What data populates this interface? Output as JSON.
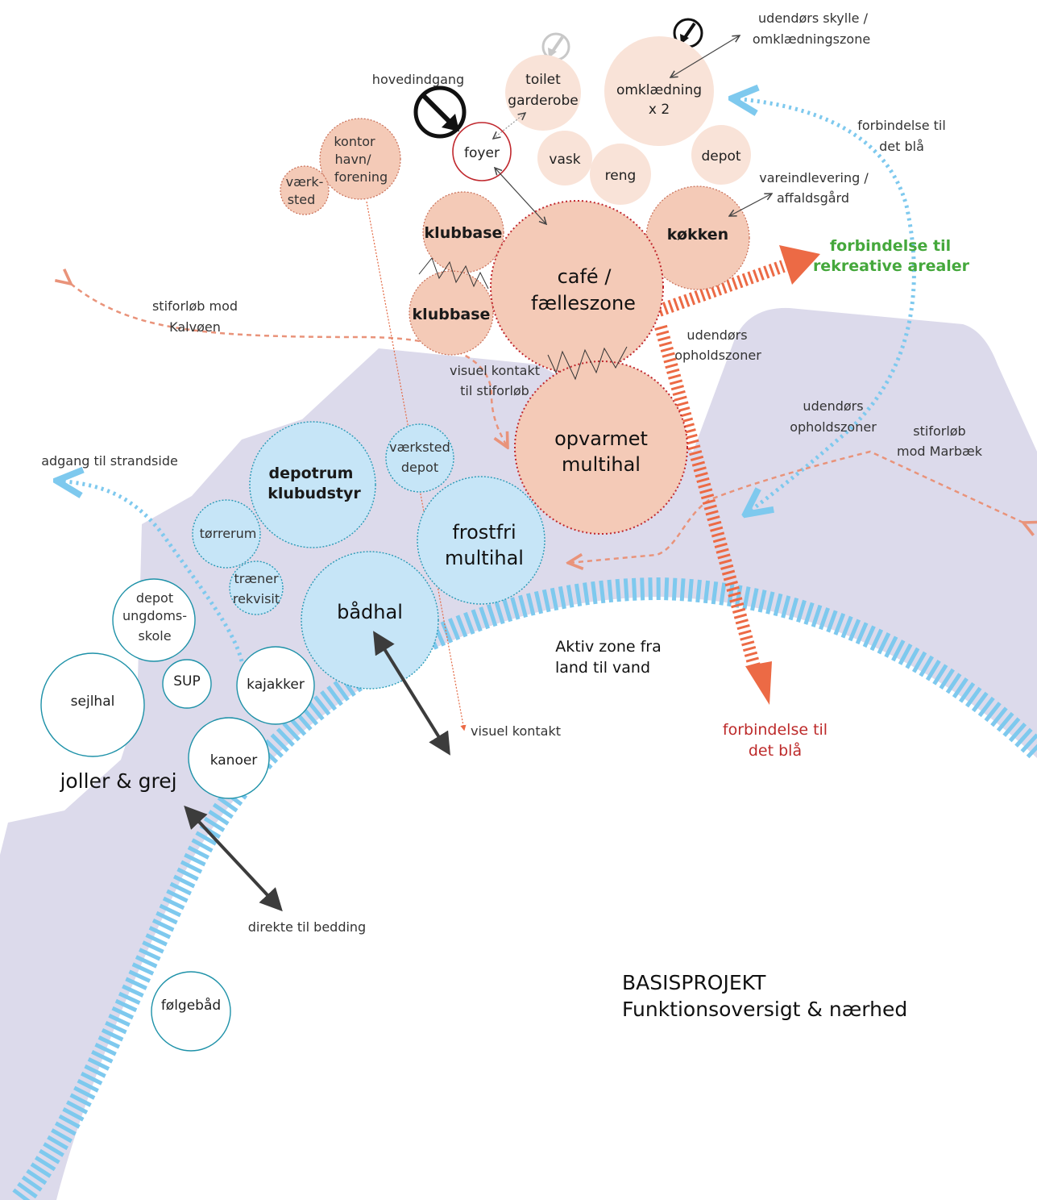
{
  "colors": {
    "zone_fill": "#dcdaeb",
    "salmon_fill": "#f4cab7",
    "salmon_light": "#f9e3d8",
    "salmon_stroke": "#c96f57",
    "dark_red_stroke": "#c0272d",
    "blue_fill": "#c6e5f7",
    "blue_stroke": "#2a9bb7",
    "teal_stroke": "#1d91a8",
    "light_blue_arrow": "#7ec9ee",
    "orange_arrow": "#ec6a45",
    "dark_red_text": "#bd2a2a",
    "green_text": "#45a83c",
    "dashed_salmon": "#e9937a",
    "dark_arrow": "#3c3c3c"
  },
  "bubbles": {
    "toilet": [
      "toilet",
      "garderobe"
    ],
    "omklaedning": [
      "omklædning",
      "x 2"
    ],
    "foyer": [
      "foyer"
    ],
    "vask": [
      "vask"
    ],
    "reng": [
      "reng"
    ],
    "depot_top": [
      "depot"
    ],
    "kontor": [
      "kontor",
      "havn/",
      "forening"
    ],
    "vaerksted_salmon": [
      "værk-",
      "sted"
    ],
    "klubbase1": [
      "klubbase"
    ],
    "klubbase2": [
      "klubbase"
    ],
    "cafe": [
      "café /",
      "fælleszone"
    ],
    "koekken": [
      "køkken"
    ],
    "opvarmet": [
      "opvarmet",
      "multihal"
    ],
    "depotrum": [
      "depotrum",
      "klubudstyr"
    ],
    "vaerksted_depot": [
      "værksted",
      "depot"
    ],
    "toerrerum": [
      "tørrerum"
    ],
    "frostfri": [
      "frostfri",
      "multihal"
    ],
    "traener": [
      "træner",
      "rekvisit"
    ],
    "badhal": [
      "bådhal"
    ],
    "depot_ungdom": [
      "depot",
      "ungdoms-",
      "skole"
    ],
    "sup": [
      "SUP"
    ],
    "kajakker": [
      "kajakker"
    ],
    "sejlhal": [
      "sejlhal"
    ],
    "kanoer": [
      "kanoer"
    ],
    "folgebad": [
      "følgebåd"
    ]
  },
  "annotations": {
    "udendors_skylle": [
      "udendørs skylle /",
      "omklædningszone"
    ],
    "hovedindgang": "hovedindgang",
    "forbindelse_blaa_top": [
      "forbindelse til",
      "det blå"
    ],
    "vareindlevering": [
      "vareindlevering /",
      "affaldsgård"
    ],
    "forbindelse_rekreative": [
      "forbindelse til",
      "rekreative arealer"
    ],
    "stiforlob_kalvoen": [
      "stiforløb mod",
      "Kalvøen"
    ],
    "udendors_ophold_1": [
      "udendørs",
      "opholdszoner"
    ],
    "visuel_kontakt_sti": [
      "visuel kontakt",
      "til stiforløb"
    ],
    "udendors_ophold_2": [
      "udendørs",
      "opholdszoner"
    ],
    "stiforlob_marbaek": [
      "stiforløb",
      "mod Marbæk"
    ],
    "adgang_strandside": "adgang til strandside",
    "aktiv_zone": [
      "Aktiv zone fra",
      "land til vand"
    ],
    "visuel_kontakt": "visuel kontakt",
    "forbindelse_blaa_bottom": [
      "forbindelse til",
      "det blå"
    ],
    "joller_grej": "joller & grej",
    "direkte_bedding": "direkte til bedding"
  },
  "title": {
    "line1": "BASISPROJEKT",
    "line2": "Funktionsoversigt & nærhed"
  }
}
